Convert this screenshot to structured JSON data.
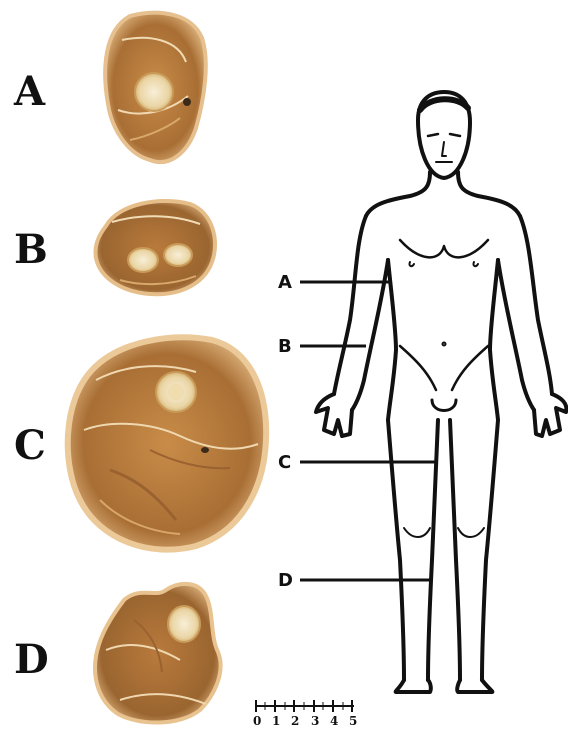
{
  "section_labels": [
    "A",
    "B",
    "C",
    "D"
  ],
  "callout_labels": [
    "A",
    "B",
    "C",
    "D"
  ],
  "scale_ticks": [
    "0",
    "1",
    "2",
    "3",
    "4",
    "5"
  ],
  "colors": {
    "tissue_dark": "#8a5a2a",
    "tissue_mid": "#c88a45",
    "tissue_light": "#e2b478",
    "skin_border": "#e9c79a",
    "bone": "#f3e6c4",
    "outline": "#111111"
  }
}
